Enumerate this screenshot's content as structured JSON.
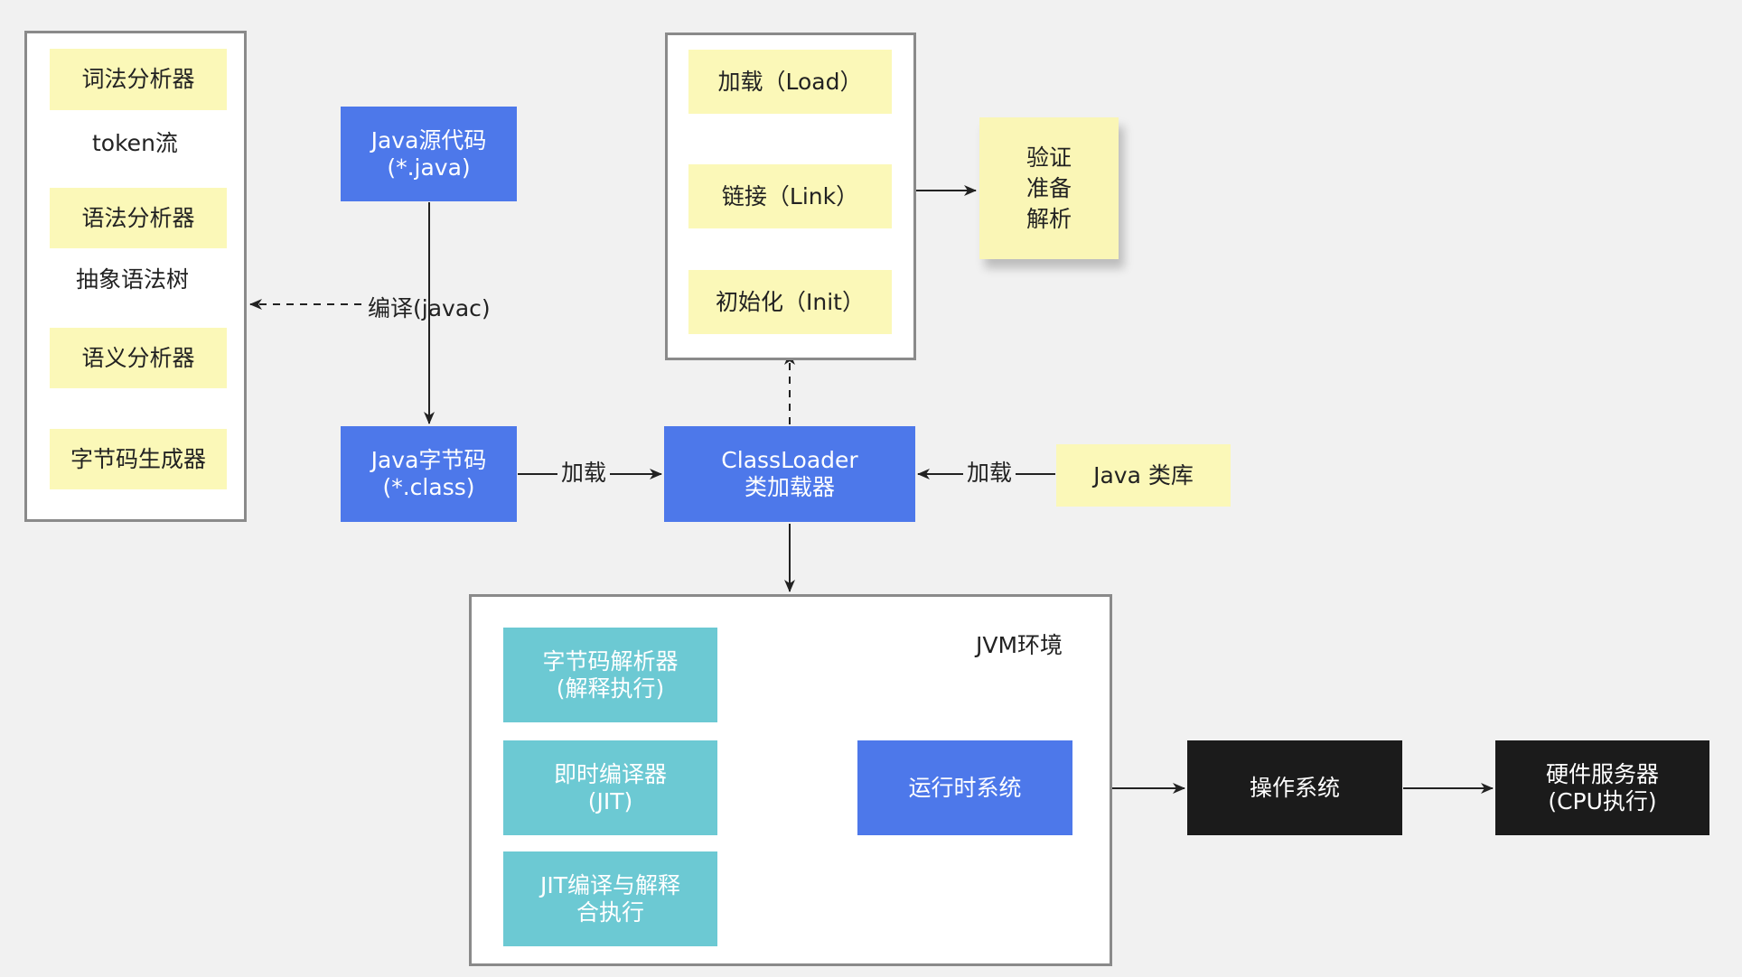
{
  "colors": {
    "background": "#f1f1f1",
    "yellow": "#fbf8b8",
    "blue": "#4d78ea",
    "teal": "#6cc9d3",
    "black": "#1b1b1b",
    "line": "#222222"
  },
  "compiler": {
    "stages": [
      "词法分析器",
      "语法分析器",
      "语义分析器",
      "字节码生成器"
    ],
    "edge_labels": [
      "token流",
      "抽象语法树"
    ]
  },
  "source": {
    "java_source": "Java源代码\n(*.java)",
    "compile_label": "编译(javac)",
    "java_bytecode": "Java字节码\n(*.class)"
  },
  "load_label_left": "加载",
  "classloader": "ClassLoader\n类加载器",
  "load_label_right": "加载",
  "java_library": "Java 类库",
  "lifecycle": {
    "load": "加载（Load）",
    "link": "链接（Link）",
    "init": "初始化（Init）"
  },
  "link_note": "验证\n准备\n解析",
  "jvm": {
    "title": "JVM环境",
    "engines": [
      "字节码解析器\n(解释执行)",
      "即时编译器\n(JIT)",
      "JIT编译与解释\n合执行"
    ],
    "runtime": "运行时系统"
  },
  "os": "操作系统",
  "hardware": "硬件服务器\n(CPU执行)"
}
